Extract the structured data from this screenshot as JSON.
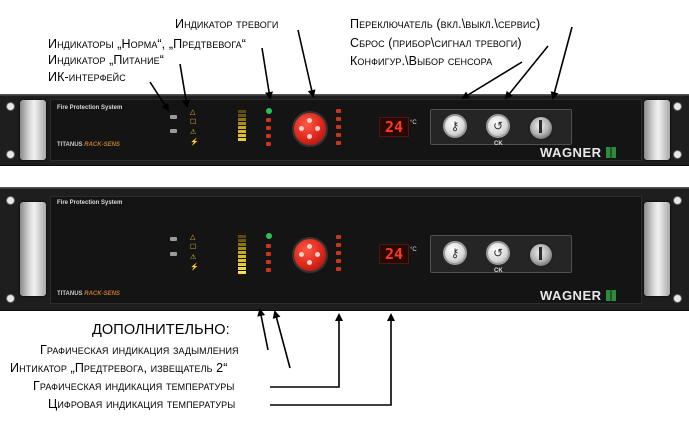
{
  "callouts_top": [
    {
      "id": "alarm_indicator",
      "text": "Индикатор тревоги"
    },
    {
      "id": "norm_prealarm",
      "text": "Индикаторы „Норма“, „Предтвевога“"
    },
    {
      "id": "power",
      "text": "Индикатор „Питание“"
    },
    {
      "id": "ir_interface",
      "text": "ИК-интерфейс"
    },
    {
      "id": "switch",
      "text": "Переключатель (вкл.\\выкл.\\сервис)"
    },
    {
      "id": "reset",
      "text": "Сброс (прибор\\сигнал тревоги)"
    },
    {
      "id": "config",
      "text": "Конфигур.\\Выбор сенсора"
    }
  ],
  "callouts_bottom": {
    "heading": "ДОПОЛНИТЕЛЬНО:",
    "items": [
      {
        "id": "smoke_graph",
        "text": "Графическая индикация задымления"
      },
      {
        "id": "prealarm2",
        "text": "Интикатор „Предтревога, извещатель 2“"
      },
      {
        "id": "temp_graph",
        "text": "Графическая индикация температуры"
      },
      {
        "id": "temp_digital",
        "text": "Цифровая индикация температуры"
      }
    ]
  },
  "device": {
    "system_title": "Fire Protection System",
    "product_prefix": "TITANUS",
    "product_suffix": "RACK-SENS",
    "brand": "WAGNER",
    "temperature_display": "24",
    "temperature_unit": "°C",
    "button_label_reset": "CK",
    "symbols": [
      "△",
      "☐",
      "⚠",
      "⚡"
    ],
    "icons": {
      "config": "key-icon",
      "reset": "reset-arrow-icon",
      "switch": "key-switch-icon"
    },
    "colors": {
      "led_red": "#c8361f",
      "led_green": "#2fbf55",
      "led_yellow": "#e0c030",
      "display_red": "#ff3b1d",
      "brand_green": "#2d8b3c"
    }
  }
}
